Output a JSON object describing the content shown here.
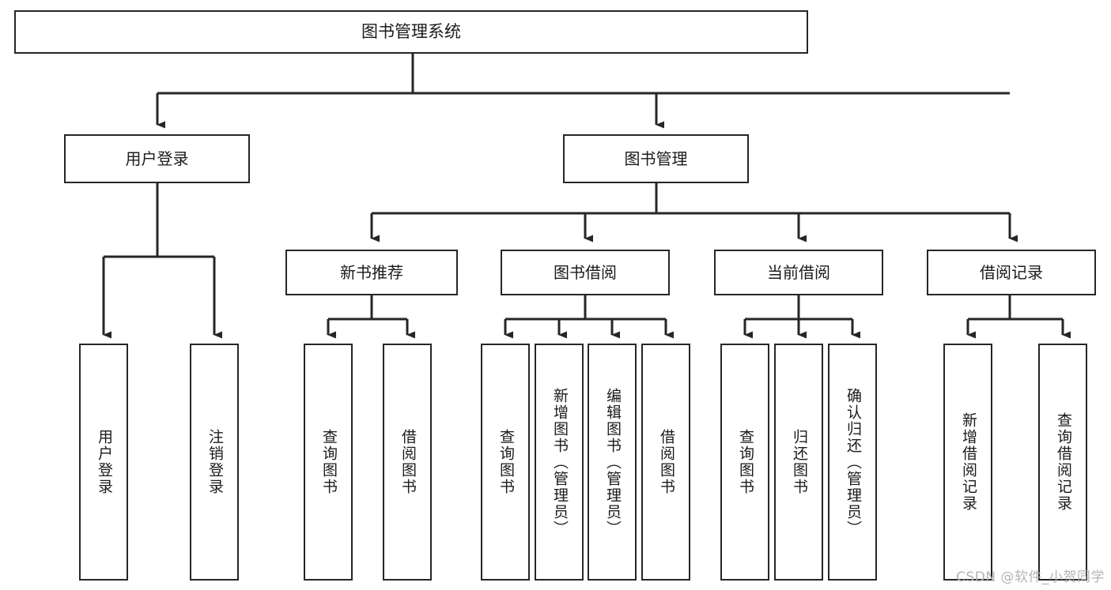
{
  "diagram": {
    "title": "图书管理系统",
    "type": "tree-hierarchy-diagram",
    "colors": {
      "box_border": "#262626",
      "box_fill": "#ffffff",
      "connector": "#262626",
      "text": "#1b1b1b",
      "watermark": "#b4b4b4",
      "background": "#ffffff"
    },
    "root": {
      "label": "图书管理系统"
    },
    "level2": [
      {
        "label": "用户登录"
      },
      {
        "label": "图书管理"
      }
    ],
    "level3": [
      {
        "label": "新书推荐"
      },
      {
        "label": "图书借阅"
      },
      {
        "label": "当前借阅"
      },
      {
        "label": "借阅记录"
      }
    ],
    "leaves": {
      "user_login": [
        {
          "label": "用户登录"
        },
        {
          "label": "注销登录"
        }
      ],
      "new_book_recommend": [
        {
          "label": "查询图书"
        },
        {
          "label": "借阅图书"
        }
      ],
      "book_borrow": [
        {
          "label": "查询图书"
        },
        {
          "label": "新增图书（管理员）"
        },
        {
          "label": "编辑图书（管理员）"
        },
        {
          "label": "借阅图书"
        }
      ],
      "current_borrow": [
        {
          "label": "查询图书"
        },
        {
          "label": "归还图书"
        },
        {
          "label": "确认归还（管理员）"
        }
      ],
      "borrow_record": [
        {
          "label": "新增借阅记录"
        },
        {
          "label": "查询借阅记录"
        }
      ]
    },
    "watermark": "CSDN @软件_小贺同学"
  }
}
